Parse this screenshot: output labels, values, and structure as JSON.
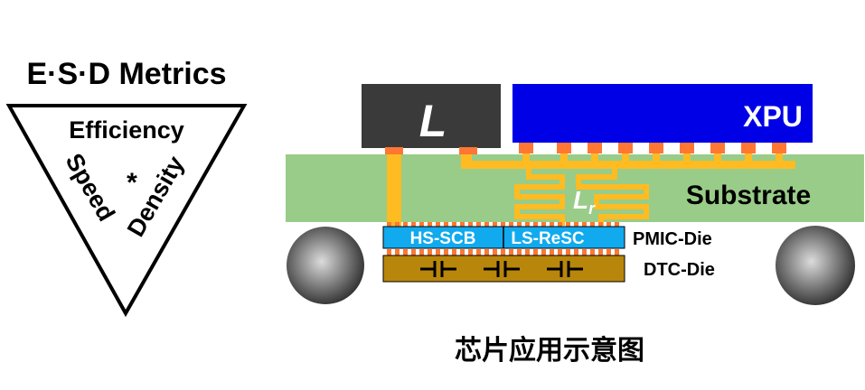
{
  "esd": {
    "title": "E·S·D Metrics",
    "efficiency": "Efficiency",
    "speed": "Speed",
    "density": "Density",
    "star": "*"
  },
  "package": {
    "inductor_label": "L",
    "xpu_label": "XPU",
    "substrate_label": "Substrate",
    "lr_main": "L",
    "lr_sub": "r",
    "hs_scb_label": "HS-SCB",
    "ls_resc_label": "LS-ReSC",
    "pmic_die_label": "PMIC-Die",
    "dtc_die_label": "DTC-Die",
    "capacitor_icon": "capacitor-symbol"
  },
  "caption": "芯片应用示意图",
  "colors": {
    "inductor": "#3a3a3a",
    "xpu": "#0000e6",
    "substrate": "#99cc88",
    "trace": "#ffbb22",
    "pad": "#ff7733",
    "pmic": "#11aaee",
    "dtc": "#b8860b",
    "ball_light": "#d0d0d0",
    "ball_dark": "#333333"
  }
}
